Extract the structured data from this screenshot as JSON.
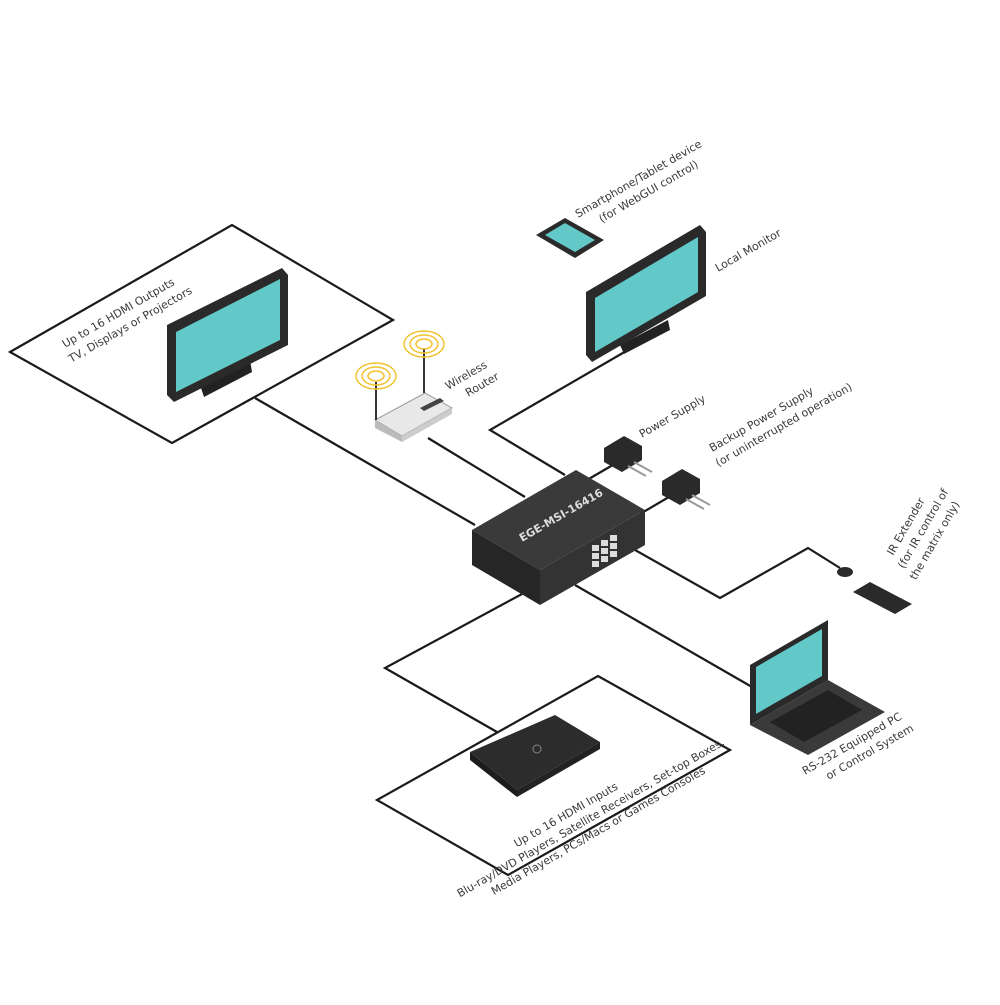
{
  "labels": {
    "outputs_line1": "Up to 16 HDMI Outputs",
    "outputs_line2": "TV, Displays or Projectors",
    "phone_line1": "Smartphone/Tablet device",
    "phone_line2": "(for WebGUI control)",
    "local_monitor": "Local Monitor",
    "router_line1": "Wireless",
    "router_line2": "Router",
    "power_supply": "Power Supply",
    "backup_line1": "Backup Power Supply",
    "backup_line2": "(or uninterrupted operation)",
    "ir_line1": "IR Extender",
    "ir_line2": "(for IR control of",
    "ir_line3": "the matrix only)",
    "pc_line1": "RS-232 Equipped PC",
    "pc_line2": "or Control System",
    "inputs_line1": "Up to 16 HDMI Inputs",
    "inputs_line2": "Blu-ray/DVD Players, Satellite Receivers, Set-top Boxes,",
    "inputs_line3": "Media Players, PCs/Macs or Games Consoles",
    "matrix_name": "EGE-MSI-16416"
  },
  "colors": {
    "screen": "#63c8c8",
    "device": "#2e2e2e",
    "wifi": "#f2c230"
  }
}
